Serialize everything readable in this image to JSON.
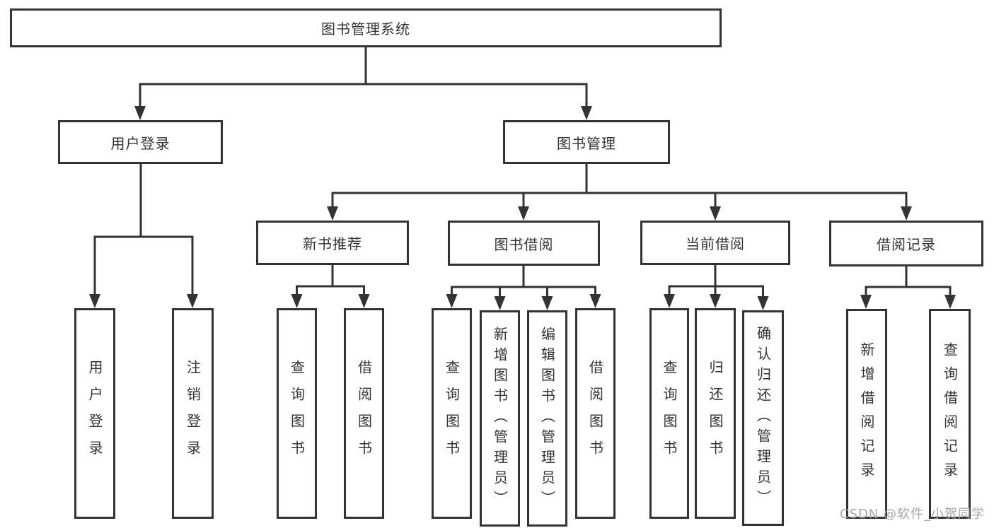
{
  "diagram_title": "图书管理系统",
  "tree": {
    "label": "图书管理系统",
    "children": [
      {
        "label": "用户登录",
        "children": [
          {
            "label": "用户登录"
          },
          {
            "label": "注销登录"
          }
        ]
      },
      {
        "label": "图书管理",
        "children": [
          {
            "label": "新书推荐",
            "children": [
              {
                "label": "查询图书"
              },
              {
                "label": "借阅图书"
              }
            ]
          },
          {
            "label": "图书借阅",
            "children": [
              {
                "label": "查询图书"
              },
              {
                "label": "新增图书（管理员）"
              },
              {
                "label": "编辑图书（管理员）"
              },
              {
                "label": "借阅图书"
              }
            ]
          },
          {
            "label": "当前借阅",
            "children": [
              {
                "label": "查询图书"
              },
              {
                "label": "归还图书"
              },
              {
                "label": "确认归还（管理员）"
              }
            ]
          },
          {
            "label": "借阅记录",
            "children": [
              {
                "label": "新增借阅记录"
              },
              {
                "label": "查询借阅记录"
              }
            ]
          }
        ]
      }
    ]
  },
  "watermark": {
    "text": "CSDN @软件_小贺同学"
  },
  "colors": {
    "line": "#333333",
    "text": "#333333",
    "box_fill": "#ffffff",
    "background": "#ffffff",
    "watermark": "#a6a6a6"
  }
}
